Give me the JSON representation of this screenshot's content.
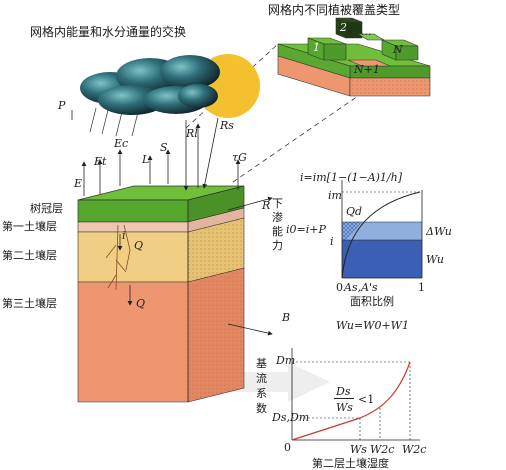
{
  "titles": {
    "energy_water_exchange": "网格内能量和水分通量的交换",
    "vegetation_types": "网格内不同植被覆盖类型"
  },
  "layers": {
    "canopy": "树冠层",
    "soil1": "第一土壤层",
    "soil2": "第二土壤层",
    "soil3": "第三土壤层"
  },
  "fluxes": {
    "P": "P",
    "Et": "Et",
    "Ec": "Ec",
    "L": "L",
    "S": "S",
    "Rl": "Rl",
    "Rs": "Rs",
    "tauG": "τG",
    "E": "E",
    "R": "R",
    "i": "i",
    "Q": "Q",
    "Q2": "Q",
    "B": "B"
  },
  "infiltration": {
    "label_chars": [
      "下",
      "渗",
      "能",
      "力"
    ],
    "i0_eq": "i0=i+P"
  },
  "veg_tiles": {
    "tile_1": "1",
    "tile_2": "2",
    "tile_N": "N",
    "tile_N1": "N+1",
    "dots": "..."
  },
  "area_curve": {
    "formula": "i=im[1−(1−A)1/h]",
    "im": "im",
    "Qd": "Qd",
    "i_axis": "i",
    "dWu": "ΔWu",
    "Wu": "Wu",
    "x0": "0",
    "As": "As,A's",
    "x1": "1",
    "xlabel": "面积比例",
    "balance": "Wu=W0+W1"
  },
  "baseflow": {
    "ylabel_chars": [
      "基",
      "流",
      "系",
      "数"
    ],
    "Dm": "Dm",
    "DsDm": "Ds,Dm",
    "ratio_num": "Ds",
    "ratio_den": "Ws",
    "ratio_rel": "<1",
    "zero": "0",
    "Ws": "Ws",
    "Ws2c": "W2c",
    "W2c": "W2c",
    "xlabel": "第二层土壤湿度"
  },
  "colors": {
    "canopy_top": "#6fbf3a",
    "canopy_front": "#55a82d",
    "soil1": "#efc6b1",
    "soil2": "#f0cf84",
    "soil3": "#ee9670",
    "sun": "#f3c130",
    "water_light": "#8fb0dd",
    "water_dark": "#3a5fb4",
    "curve": "#cc3b2a"
  }
}
